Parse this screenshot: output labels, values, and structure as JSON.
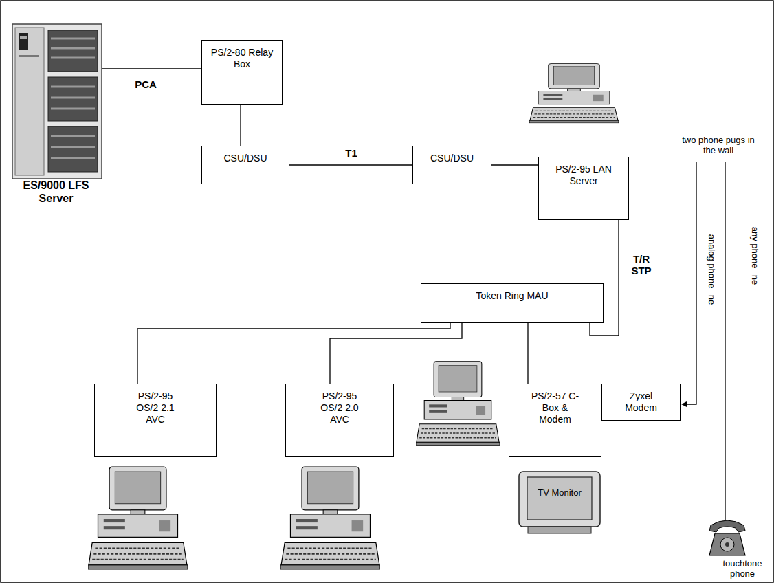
{
  "diagram": {
    "nodes": [
      {
        "text": [
          "ES/9000 LFS Server"
        ]
      },
      {
        "text": [
          "PS/2-80 Relay Box"
        ]
      },
      {
        "text": [
          "CSU/DSU"
        ]
      },
      {
        "text": [
          "CSU/DSU"
        ]
      },
      {
        "text": [
          "PS/2-95 LAN Server"
        ]
      },
      {
        "text": [
          "Token Ring MAU"
        ]
      },
      {
        "text": [
          "PS/2-95 OS/2 2.1 AVC"
        ]
      },
      {
        "text": [
          "PS/2-95 OS/2 2.0 AVC"
        ]
      },
      {
        "text": [
          "PS/2-57 C-Box & Modem"
        ]
      },
      {
        "text": [
          "Zyxel Modem"
        ]
      }
    ],
    "edges": [
      {
        "from": 0,
        "to": 1,
        "label": "PCA",
        "arrow": "none"
      },
      {
        "from": 1,
        "to": 2,
        "arrow": "none"
      },
      {
        "from": 2,
        "to": 3,
        "label": "T1",
        "arrow": "none"
      },
      {
        "from": 3,
        "to": 4,
        "arrow": "none"
      },
      {
        "from": 4,
        "to": 5,
        "label": "T/R STP",
        "arrow": "none"
      },
      {
        "from": 5,
        "to": 6,
        "arrow": "none"
      },
      {
        "from": 5,
        "to": 7,
        "arrow": "none"
      },
      {
        "from": 5,
        "to": 8,
        "arrow": "none"
      }
    ],
    "labels": [
      "two phone pugs in the wall",
      "analog phone line",
      "any phone line",
      "TV Monitor",
      "touchtone phone"
    ]
  }
}
